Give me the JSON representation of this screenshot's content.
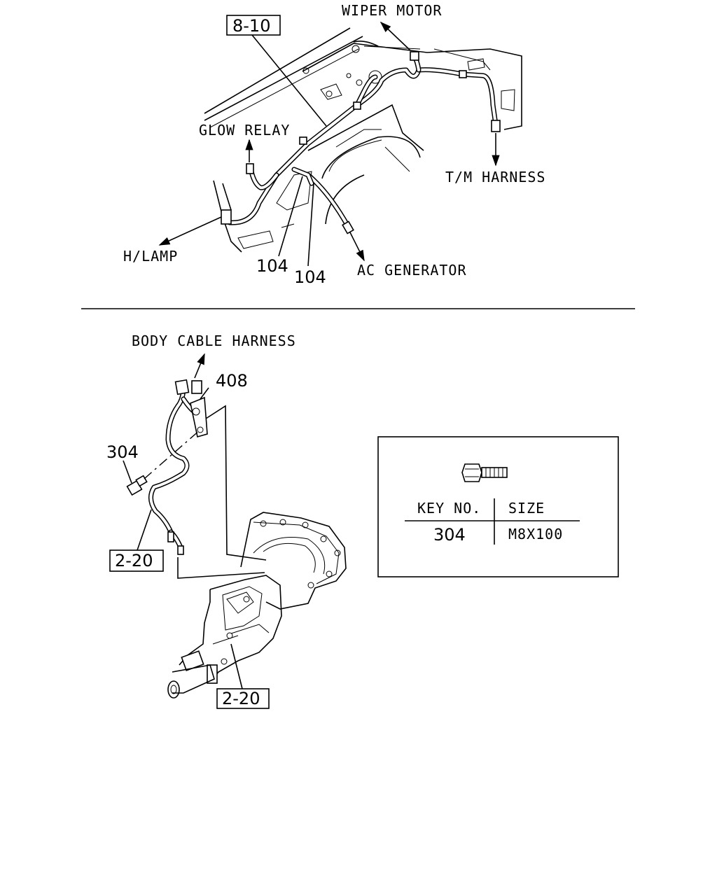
{
  "top_diagram": {
    "labels": {
      "wiper_motor": "WIPER MOTOR",
      "glow_relay": "GLOW RELAY",
      "tm_harness": "T/M HARNESS",
      "h_lamp": "H/LAMP",
      "ac_generator": "AC GENERATOR"
    },
    "ref_box": "8-10",
    "callouts": [
      "104",
      "104"
    ]
  },
  "bottom_diagram": {
    "labels": {
      "body_cable_harness": "BODY CABLE HARNESS"
    },
    "callouts": {
      "bracket": "408",
      "bolt": "304"
    },
    "ref_boxes": [
      "2-20",
      "2-20"
    ]
  },
  "spec_table": {
    "headers": [
      "KEY NO.",
      "SIZE"
    ],
    "rows": [
      [
        "304",
        "M8X100"
      ]
    ]
  },
  "icons": [
    "bolt-icon",
    "arrow-icon"
  ]
}
